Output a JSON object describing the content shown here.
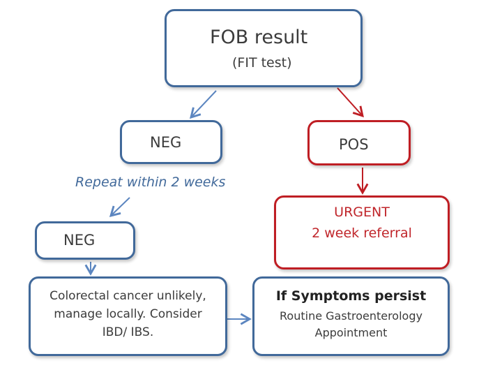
{
  "nodes": {
    "fob": {
      "title": "FOB result",
      "subtitle": "(FIT test)"
    },
    "neg1": {
      "label": "NEG"
    },
    "pos": {
      "label": "POS"
    },
    "repeat": {
      "label": "Repeat within 2 weeks"
    },
    "neg2": {
      "label": "NEG"
    },
    "urgent": {
      "line1": "URGENT",
      "line2": "2 week referral"
    },
    "unlikely": {
      "line1": "Colorectal cancer unlikely,",
      "line2": "manage locally. Consider",
      "line3": "IBD/ IBS."
    },
    "persist": {
      "title": "If Symptoms persist",
      "line1": "Routine Gastroenterology",
      "line2": "Appointment"
    }
  },
  "colors": {
    "blue_border": "#41699a",
    "blue_arrow": "#5c86c0",
    "red": "#bf1e24",
    "text": "#3b3b3b"
  }
}
